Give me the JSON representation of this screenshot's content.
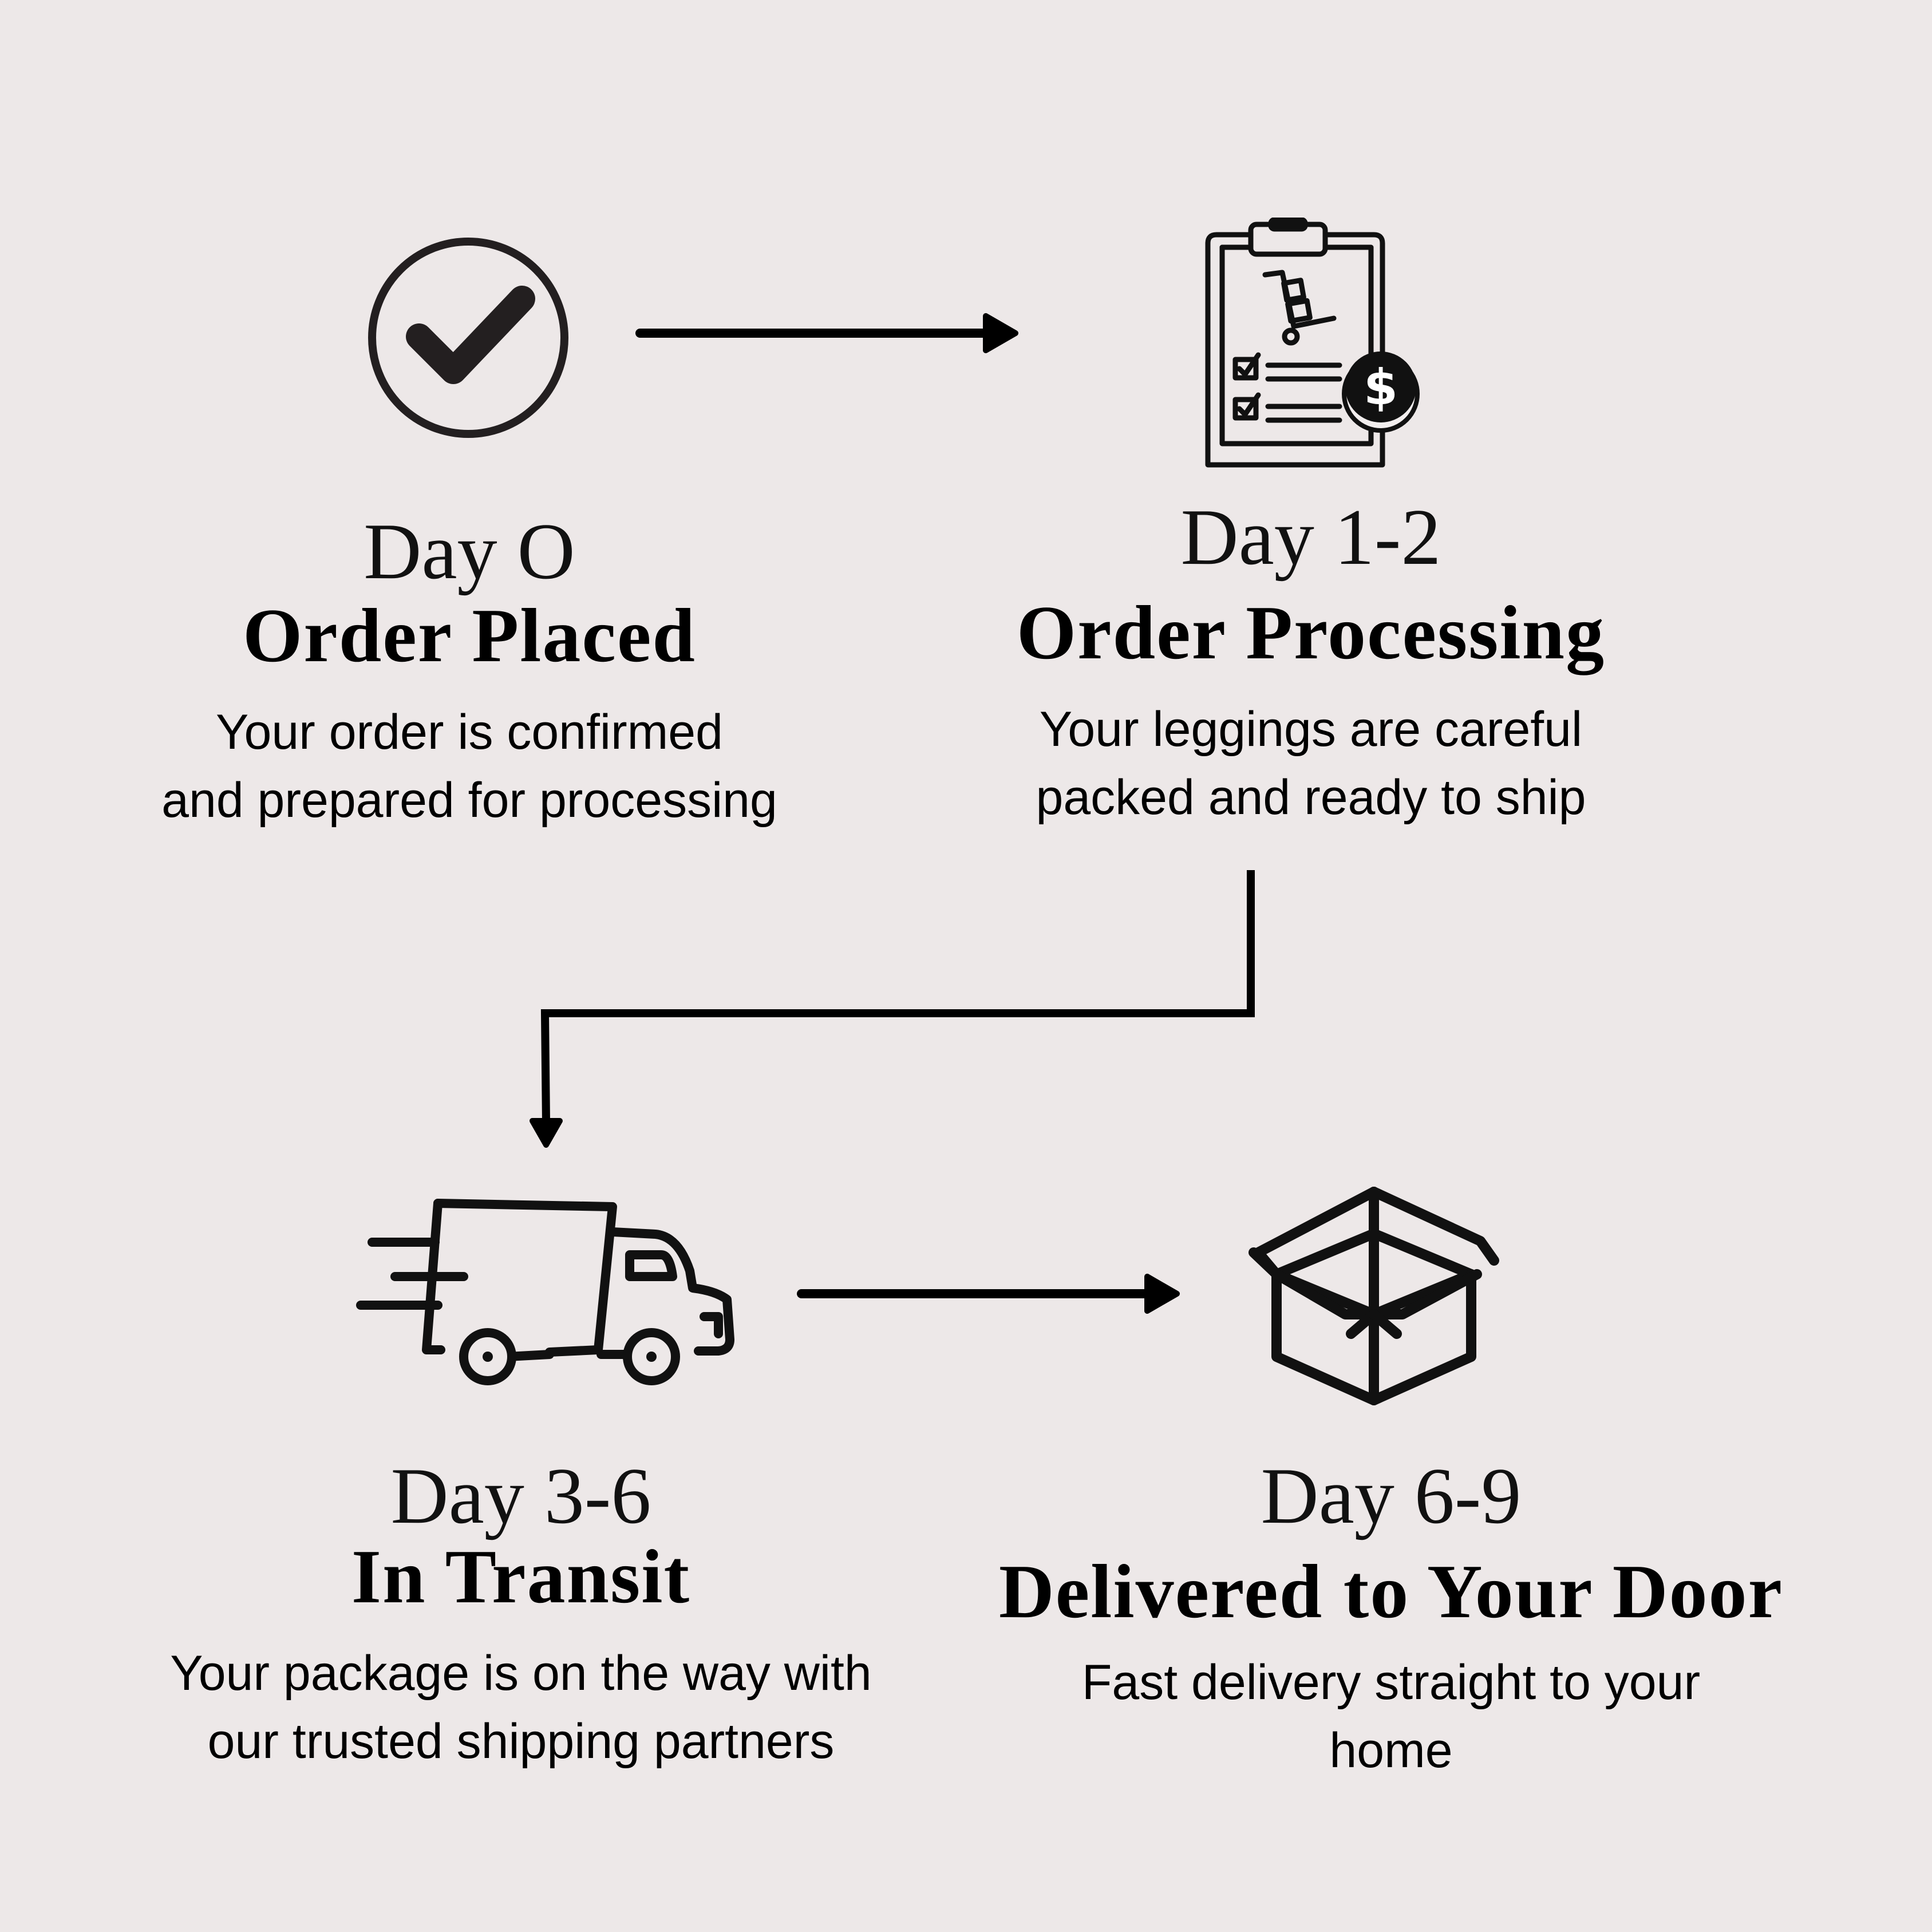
{
  "steps": [
    {
      "day": "Day O",
      "title": "Order Placed",
      "desc_line1": "Your order is confirmed",
      "desc_line2": "and prepared for processing",
      "icon": "check-circle-icon"
    },
    {
      "day": "Day 1-2",
      "title": "Order Processing",
      "desc_line1": "Your leggings are careful",
      "desc_line2": "packed and ready to ship",
      "icon": "clipboard-checklist-icon"
    },
    {
      "day": "Day 3-6",
      "title": "In Transit",
      "desc_line1": "Your package is on the way with",
      "desc_line2": "our trusted shipping partners",
      "icon": "delivery-truck-icon"
    },
    {
      "day": "Day 6-9",
      "title": "Delivered to Your Door",
      "desc_line1": "Fast delivery straight to your",
      "desc_line2": "home",
      "icon": "open-box-icon"
    }
  ],
  "clipboard_badge": "$",
  "colors": {
    "background": "#ede8e8",
    "ink": "#111111"
  }
}
